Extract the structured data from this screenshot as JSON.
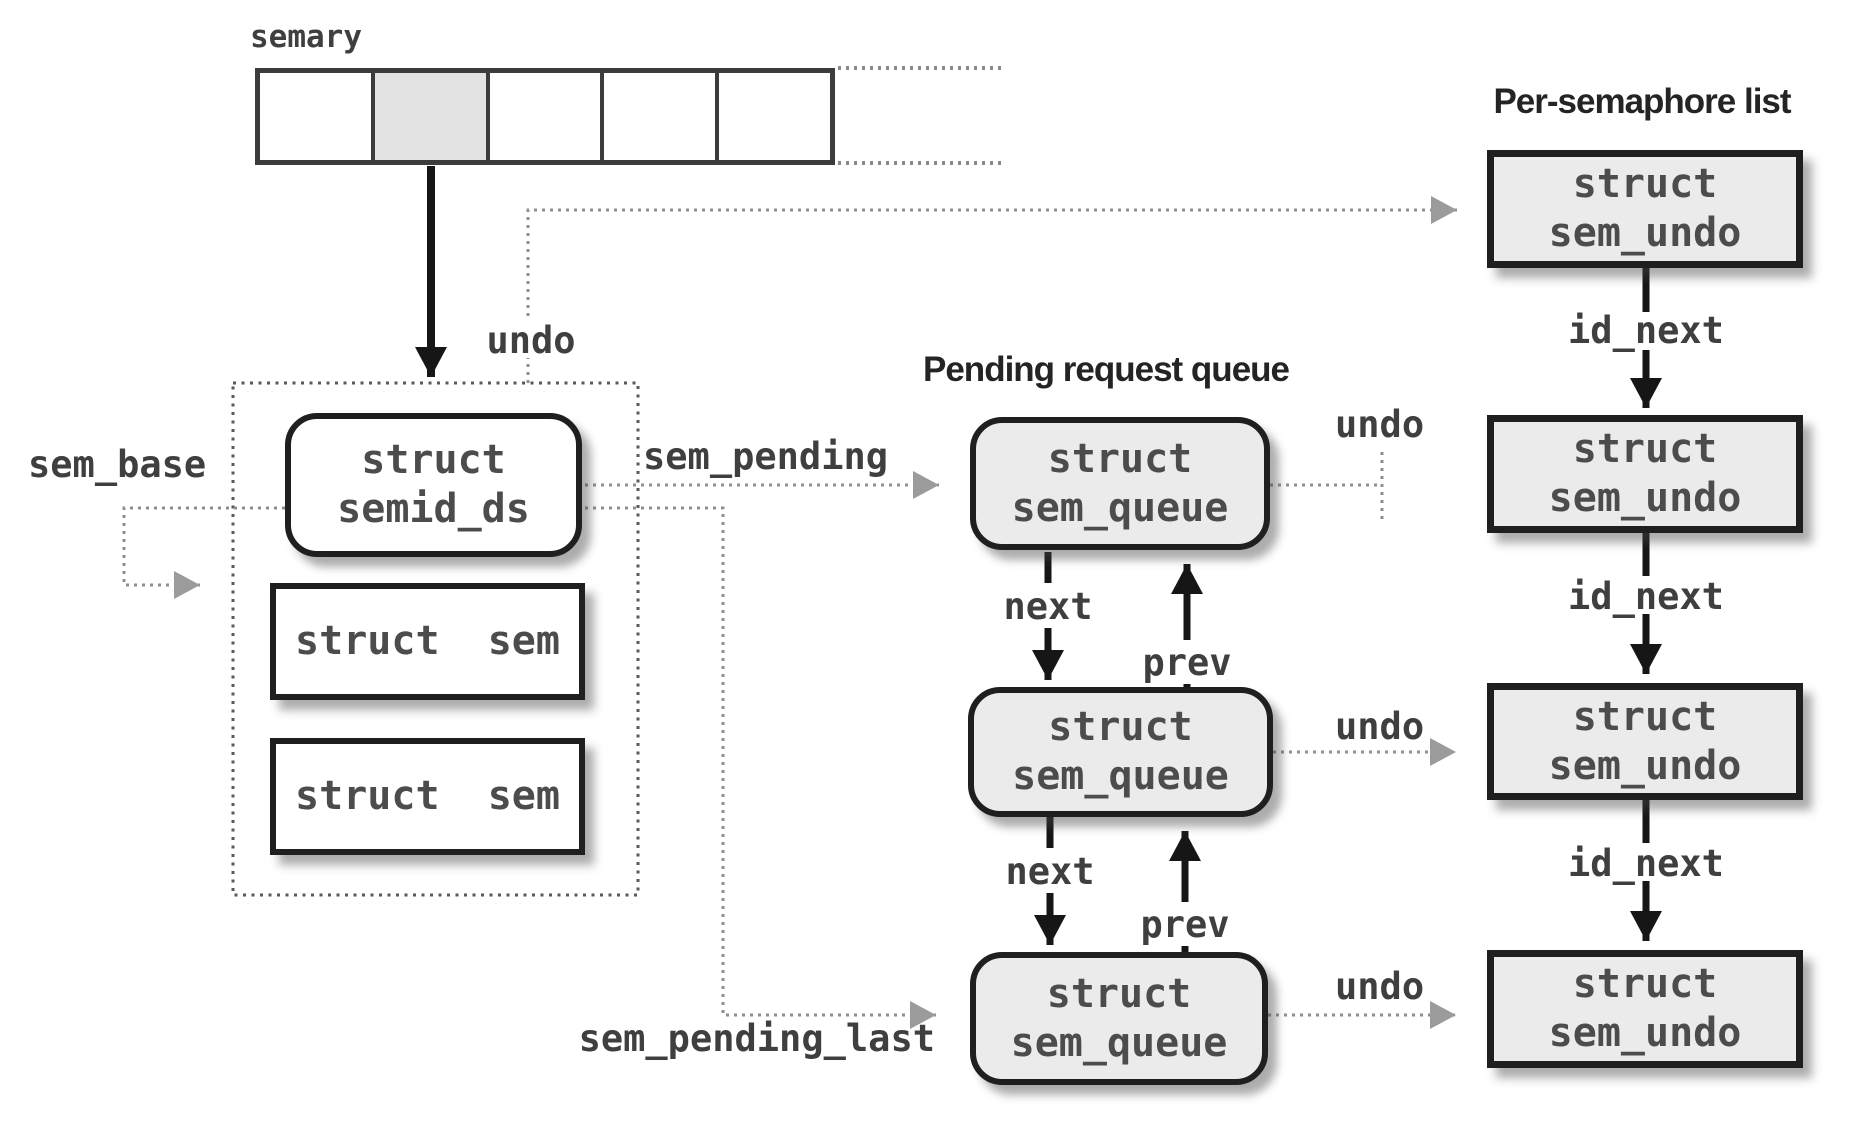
{
  "diagram": {
    "array": {
      "label": "semary",
      "cell_count": 5,
      "highlighted_index": 1
    },
    "titles": {
      "pending_queue": "Pending request queue",
      "per_semaphore_list": "Per-semaphore list"
    },
    "pointer_labels": {
      "undo": "undo",
      "sem_base": "sem_base",
      "sem_pending": "sem_pending",
      "sem_pending_last": "sem_pending_last",
      "next": "next",
      "prev": "prev",
      "id_next": "id_next"
    },
    "nodes": {
      "semid_ds": {
        "line1": "struct",
        "line2": "semid_ds"
      },
      "sem": {
        "label": "struct  sem"
      },
      "sem_queue": {
        "line1": "struct",
        "line2": "sem_queue"
      },
      "sem_undo": {
        "line1": "struct",
        "line2": "sem_undo"
      }
    },
    "colors": {
      "node_fill_gray": "#ebebeb",
      "node_fill_white": "#ffffff",
      "border": "#1f1f1f",
      "dotted_pointer": "#8f8f8f",
      "solid_arrow": "#161616",
      "highlighted_cell": "#e3e3e3"
    }
  }
}
